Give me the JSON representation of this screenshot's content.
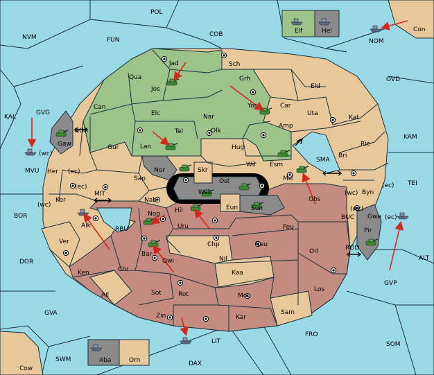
{
  "colors": {
    "sea": "#9ad9e6",
    "neutral": "#e8c79a",
    "green_power": "#9ec38a",
    "red_power": "#c48c80",
    "grey_power": "#8b8b8b",
    "land_corner": "#e8c79a",
    "arrow": "#d7261e",
    "supply_center": "#000000"
  },
  "sea_labels": [
    {
      "id": "POL",
      "text": "POL"
    },
    {
      "id": "NVM",
      "text": "NVM"
    },
    {
      "id": "FUN",
      "text": "FUN"
    },
    {
      "id": "COB",
      "text": "COB"
    },
    {
      "id": "OVD",
      "text": "OVD"
    },
    {
      "id": "NOM",
      "text": "NOM"
    },
    {
      "id": "KAL",
      "text": "KAL"
    },
    {
      "id": "GVG",
      "text": "GVG"
    },
    {
      "id": "GOR",
      "text": "GOR"
    },
    {
      "id": "MVU",
      "text": "MVU"
    },
    {
      "id": "KAM",
      "text": "KAM"
    },
    {
      "id": "SMA",
      "text": "SMA"
    },
    {
      "id": "TEI",
      "text": "TEI"
    },
    {
      "id": "BOR",
      "text": "BOR"
    },
    {
      "id": "MIT",
      "text": "MIT"
    },
    {
      "id": "RBU",
      "text": "RBU"
    },
    {
      "id": "DOR",
      "text": "DOR"
    },
    {
      "id": "BUC",
      "text": "BUC"
    },
    {
      "id": "ROD",
      "text": "ROD"
    },
    {
      "id": "ALT",
      "text": "ALT"
    },
    {
      "id": "GVP",
      "text": "GVP"
    },
    {
      "id": "GVA",
      "text": "GVA"
    },
    {
      "id": "FRO",
      "text": "FRO"
    },
    {
      "id": "SOM",
      "text": "SOM"
    },
    {
      "id": "LIT",
      "text": "LIT"
    },
    {
      "id": "SWM",
      "text": "SWM"
    },
    {
      "id": "DAX",
      "text": "DAX"
    }
  ],
  "land_labels": [
    {
      "id": "Jad",
      "text": "Jad"
    },
    {
      "id": "Sch",
      "text": "Sch"
    },
    {
      "id": "Qua",
      "text": "Qua"
    },
    {
      "id": "Jos",
      "text": "Jos"
    },
    {
      "id": "Grh",
      "text": "Grh"
    },
    {
      "id": "Eld",
      "text": "Eld"
    },
    {
      "id": "Can",
      "text": "Can"
    },
    {
      "id": "Yor",
      "text": "Yor"
    },
    {
      "id": "Car",
      "text": "Car"
    },
    {
      "id": "Uta",
      "text": "Uta"
    },
    {
      "id": "Elc",
      "text": "Elc"
    },
    {
      "id": "Nar",
      "text": "Nar"
    },
    {
      "id": "Amp",
      "text": "Amp"
    },
    {
      "id": "Kat",
      "text": "Kat"
    },
    {
      "id": "Olk",
      "text": "Olk"
    },
    {
      "id": "Tel",
      "text": "Tel"
    },
    {
      "id": "Gur",
      "text": "Gur"
    },
    {
      "id": "Lan",
      "text": "Lan"
    },
    {
      "id": "Hug",
      "text": "Hug"
    },
    {
      "id": "Rie",
      "text": "Rie"
    },
    {
      "id": "Gaw",
      "text": "Gaw"
    },
    {
      "id": "Esm",
      "text": "Esm"
    },
    {
      "id": "Wil",
      "text": "Wil"
    },
    {
      "id": "Bri",
      "text": "Bri"
    },
    {
      "id": "Nor",
      "text": "Nor"
    },
    {
      "id": "Her",
      "text": "Her"
    },
    {
      "id": "ec1",
      "text": "(ec)"
    },
    {
      "id": "wc1",
      "text": "(wc)"
    },
    {
      "id": "Skr",
      "text": "Skr"
    },
    {
      "id": "Sap",
      "text": "Sap"
    },
    {
      "id": "Ost",
      "text": "Ost"
    },
    {
      "id": "Mel",
      "text": "Mel"
    },
    {
      "id": "Web",
      "text": "Web"
    },
    {
      "id": "ec2",
      "text": "(ec)"
    },
    {
      "id": "Byn",
      "text": "Byn"
    },
    {
      "id": "wc2",
      "text": "(wc)"
    },
    {
      "id": "Kor",
      "text": "Kor"
    },
    {
      "id": "Nab",
      "text": "Nab"
    },
    {
      "id": "Obs",
      "text": "Obs"
    },
    {
      "id": "ec3",
      "text": "(ec)"
    },
    {
      "id": "wc3",
      "text": "(wc)"
    },
    {
      "id": "Eun",
      "text": "Eun"
    },
    {
      "id": "Sun",
      "text": "Sun"
    },
    {
      "id": "wc4",
      "text": "(wc)"
    },
    {
      "id": "Gwa",
      "text": "Gwa"
    },
    {
      "id": "Hil",
      "text": "Hil"
    },
    {
      "id": "Nog",
      "text": "Nog"
    },
    {
      "id": "Alk",
      "text": "Alk"
    },
    {
      "id": "Uru",
      "text": "Uru"
    },
    {
      "id": "Feu",
      "text": "Feu"
    },
    {
      "id": "ec4",
      "text": "(ec)"
    },
    {
      "id": "Pir",
      "text": "Pir"
    },
    {
      "id": "Ver",
      "text": "Ver"
    },
    {
      "id": "Chp",
      "text": "Chp"
    },
    {
      "id": "Neu",
      "text": "Neu"
    },
    {
      "id": "Bar",
      "text": "Bar"
    },
    {
      "id": "Orl",
      "text": "Orl"
    },
    {
      "id": "Qwi",
      "text": "Qwi"
    },
    {
      "id": "Nil",
      "text": "Nil"
    },
    {
      "id": "Ken",
      "text": "Ken"
    },
    {
      "id": "Chr",
      "text": "Chr"
    },
    {
      "id": "Kaa",
      "text": "Kaa"
    },
    {
      "id": "Los",
      "text": "Los"
    },
    {
      "id": "Ail",
      "text": "Ail"
    },
    {
      "id": "Sot",
      "text": "Sot"
    },
    {
      "id": "Rot",
      "text": "Rot"
    },
    {
      "id": "Mou",
      "text": "Mou"
    },
    {
      "id": "Zin",
      "text": "Zin"
    },
    {
      "id": "Kar",
      "text": "Kar"
    },
    {
      "id": "Sam",
      "text": "Sam"
    },
    {
      "id": "Con",
      "text": "Con"
    },
    {
      "id": "Cow",
      "text": "Cow"
    }
  ],
  "legend_boxes": [
    {
      "id": "Elf",
      "text": "Elf"
    },
    {
      "id": "Hel",
      "text": "Hel"
    },
    {
      "id": "Aba",
      "text": "Aba"
    },
    {
      "id": "Orn",
      "text": "Orn"
    }
  ]
}
